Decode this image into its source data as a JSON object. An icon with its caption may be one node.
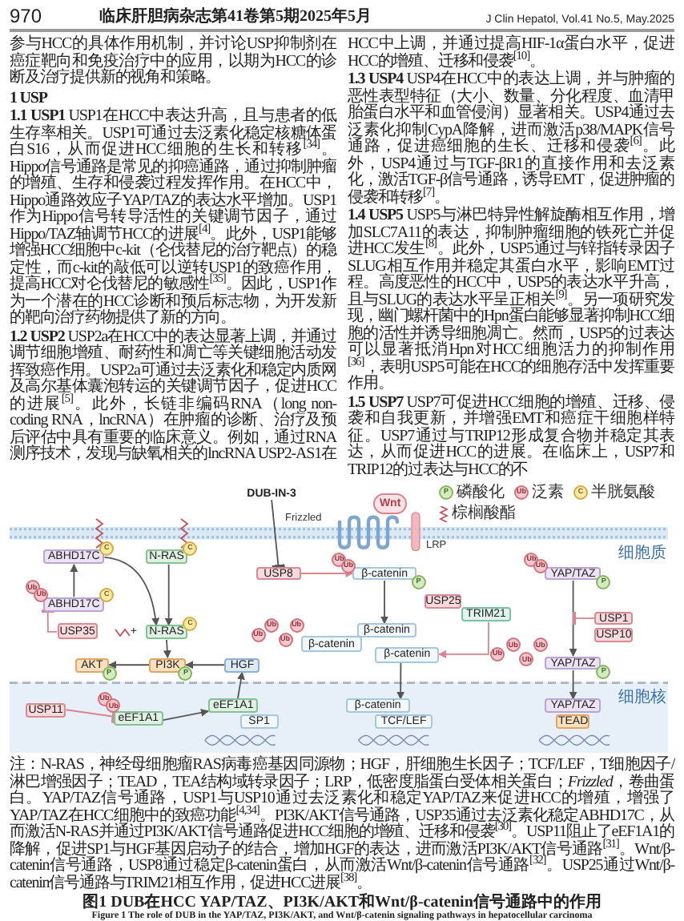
{
  "diagram": {
    "caption": "图1 DUB在HCC YAP/TAZ、PI3K/AKT和Wnt/β-catenin信号通路中的作用",
    "nodes": [
      {
        "text": [
          "DUB-IN-3"
        ]
      },
      {
        "text": [
          "Wnt"
        ]
      },
      {
        "text": [
          "ABHD17C"
        ]
      },
      {
        "text": [
          "N-RAS"
        ]
      },
      {
        "text": [
          "USP8"
        ]
      },
      {
        "text": [
          "β-catenin"
        ]
      },
      {
        "text": [
          "YAP/TAZ"
        ]
      },
      {
        "text": [
          "ABHD17C"
        ]
      },
      {
        "text": [
          "USP35"
        ]
      },
      {
        "text": [
          "N-RAS"
        ]
      },
      {
        "text": [
          "USP25"
        ]
      },
      {
        "text": [
          "TRIM21"
        ]
      },
      {
        "text": [
          "β-catenin"
        ]
      },
      {
        "text": [
          "β-catenin"
        ]
      },
      {
        "text": [
          "USP1"
        ]
      },
      {
        "text": [
          "USP10"
        ]
      },
      {
        "text": [
          "β-catenin"
        ]
      },
      {
        "text": [
          "AKT"
        ]
      },
      {
        "text": [
          "PI3K"
        ]
      },
      {
        "text": [
          "HGF"
        ]
      },
      {
        "text": [
          "YAP/TAZ"
        ]
      },
      {
        "text": [
          "USP11"
        ]
      },
      {
        "text": [
          "eEF1A1"
        ]
      },
      {
        "text": [
          "SP1"
        ]
      },
      {
        "text": [
          "eEF1A1"
        ]
      },
      {
        "text": [
          "β-catenin"
        ]
      },
      {
        "text": [
          "TCF/LEF"
        ]
      },
      {
        "text": [
          "YAP/TAZ"
        ]
      },
      {
        "text": [
          "TEAD"
        ]
      }
    ],
    "edges": [
      {
        "from": 0,
        "to": 4,
        "arrow": "other"
      },
      {
        "from": 4,
        "to": 5,
        "arrow": "to",
        "color": "#d9848f"
      },
      {
        "from": 7,
        "to": 2,
        "arrow": "to"
      },
      {
        "from": 2,
        "to": 9,
        "arrow": "to"
      },
      {
        "from": 3,
        "to": 9,
        "arrow": "to"
      },
      {
        "from": 8,
        "to": 7,
        "arrow": "other",
        "color": "#d9848f"
      },
      {
        "from": 9,
        "to": 18,
        "arrow": "to"
      },
      {
        "from": 18,
        "to": 17,
        "arrow": "to"
      },
      {
        "from": 19,
        "to": 18,
        "arrow": "to"
      },
      {
        "from": 22,
        "to": 19,
        "arrow": "to"
      },
      {
        "from": 21,
        "to": 24,
        "arrow": "other",
        "color": "#d9848f"
      },
      {
        "from": 24,
        "to": 22,
        "arrow": "to"
      },
      {
        "from": 5,
        "to": 12,
        "arrow": "to"
      },
      {
        "from": 11,
        "to": 16,
        "arrow": "to",
        "color": "#d9848f"
      },
      {
        "from": 16,
        "to": 25,
        "arrow": "to"
      },
      {
        "from": 6,
        "to": 20,
        "arrow": "to"
      },
      {
        "from": 14,
        "to": null,
        "arrow": "other",
        "color": "#d9848f"
      },
      {
        "from": 20,
        "to": 27,
        "arrow": "to"
      }
    ],
    "labels": [
      "970",
      "临床肝胆病杂志第41卷第5期2025年5月",
      "J Clin Hepatol, Vol.41 No.5, May.2025",
      "参与HCC的具体作用机制，并讨论USP抑制剂在癌症靶向和免疫治疗中的应用，以期为HCC的诊断及治疗提供新的视角和策略。",
      "1 USP",
      "**1.1 USP1** USP1在HCC中表达升高，且与患者的低生存率相关。USP1可通过去泛素化稳定核糖体蛋白S16，从而促进HCC细胞的生长和转移$^{[34]}$。Hippo信号通路是常见的抑癌通路，通过抑制肿瘤的增殖、生存和侵袭过程发挥作用。在HCC中，Hippo通路效应子YAP/TAZ的表达水平增加。USP1作为Hippo信号转导活性的关键调节因子，通过Hippo/TAZ轴调节HCC的进展$^{[4]}$。此外，USP1能够增强HCC细胞中c-kit（仑伐替尼的治疗靶点）的稳定性，而c-kit的敲低可以逆转USP1的致癌作用，提高HCC对仑伐替尼的敏感性$^{[35]}$。因此，USP1作为一个潜在的HCC诊断和预后标志物，为开发新的靶向治疗药物提供了新的方向。",
      "**1.2 USP2** USP2a在HCC中的表达显著上调，并通过调节细胞增殖、耐药性和凋亡等关键细胞活动发挥致癌作用。USP2a可通过去泛素化和稳定内质网及高尔基体囊泡转运的关键调节因子，促进HCC的进展$^{[5]}$。此外，长链非编码RNA（long non-coding RNA，lncRNA）在肿瘤的诊断、治疗及预后评估中具有重要的临床意义。例如，通过RNA测序技术，发现与缺氧相关的lncRNA USP2-AS1在HCC中上调，并通过提高HIF-1α蛋白水平，促进HCC的增殖、迁移和侵袭$^{[10]}$。",
      "**1.3 USP4** USP4在HCC中的表达上调，并与肿瘤的恶性表型特征（大小、数量、分化程度、血清甲胎蛋白水平和血管侵润）显著相关。USP4通过去泛素化抑制CypA降解，进而激活p38/MAPK信号通路，促进癌细胞的生长、迁移和侵袭$^{[6]}$。此外，USP4通过与TGF-βR1的直接作用和去泛素化，激活TGF-β信号通路，诱导EMT，促进肿瘤的侵袭和转移$^{[7]}$。",
      "**1.4 USP5** USP5与淋巴特异性解旋酶相互作用，增加SLC7A11的表达，抑制肿瘤细胞的铁死亡并促进HCC发生$^{[8]}$。此外，USP5通过与锌指转录因子SLUG相互作用并稳定其蛋白水平，影响EMT过程。高度恶性的HCC中，USP5的表达水平升高，且与SLUG的表达水平呈正相关$^{[9]}$。另一项研究发现，幽门螺杆菌中的Hpn蛋白能够显著抑制HCC细胞的活性并诱导细胞凋亡。然而，USP5的过表达可以显著抵消Hpn对HCC细胞活力的抑制作用$^{[36]}$，表明USP5可能在HCC的细胞存活中发挥重要作用。",
      "**1.5 USP7** USP7可促进HCC细胞的增殖、迁移、侵袭和自我更新，并增强EMT和癌症干细胞样特征。USP7通过与TRIP12形成复合物并稳定其表达，从而促进HCC的进展。在临床上，USP7和TRIP12的过表达与HCC的不",
      "Frizzled",
      "LRP",
      "细胞质",
      "细胞核",
      "+",
      "C",
      "C",
      "Ub",
      "Ub",
      "P",
      "Ub",
      "Ub",
      "P",
      "Ub",
      "Ub",
      "C",
      "C",
      "P",
      "P",
      "Ub",
      "Ub",
      "Ub",
      "Ub",
      "Ub",
      "Ub",
      "Ub",
      "Ub",
      "P",
      "Ub",
      "Ub",
      "P",
      "Ub",
      "C",
      "注：N-RAS，神经母细胞瘤RAS病毒癌基因同源物；HGF，肝细胞生长因子；TCF/LEF，T细胞因子/淋巴增强因子；TEAD，TEA结构域转录因子；LRP，低密度脂蛋白受体相关蛋白；*Frizzled*，卷曲蛋白。YAP/TAZ信号通路，USP1与USP10通过去泛素化和稳定YAP/TAZ来促进HCC的增殖，增强了YAP/TAZ在HCC细胞中的致癌功能$^{[4,34]}$。PI3K/AKT信号通路，USP35通过去泛素化稳定ABHD17C，从而激活N-RAS并通过PI3K/AKT信号通路促进HCC细胞的增殖、迁移和侵袭$^{[30]}$。USP11阻止了eEF1A1的降解，促进SP1与HGF基因启动子的结合，增加HGF的表达，进而激活PI3K/AKT信号通路$^{[31]}$。Wnt/β-catenin信号通路，USP8通过稳定β-catenin蛋白，从而激活Wnt/β-catenin信号通路$^{[32]}$。USP25通过Wnt/β-catenin信号通路与TRIM21相互作用，促进HCC进展$^{[38]}$。",
      "Figure 1 The role of DUB in the YAP/TAZ, PI3K/AKT, and Wnt/β-catenin signaling pathways in hepatocellular carcinoma"
    ],
    "legend": [
      {
        "text": "磷酸化"
      },
      {
        "text": "泛素"
      },
      {
        "text": "半胱氨酸"
      },
      {
        "text": "棕榈酸酯"
      }
    ]
  }
}
